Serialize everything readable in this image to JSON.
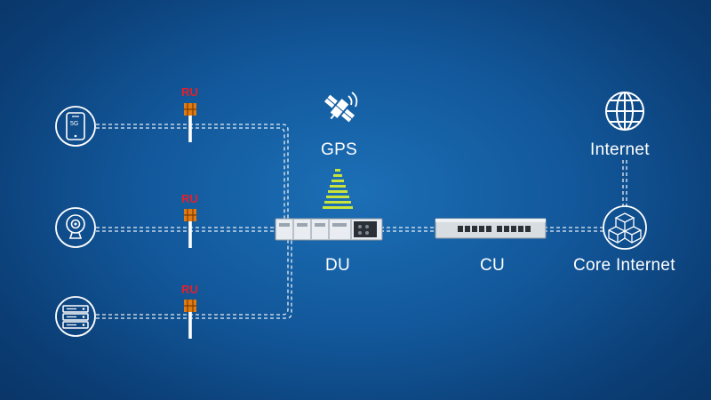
{
  "diagram": {
    "nodes": {
      "gps": "GPS",
      "du": "DU",
      "cu": "CU",
      "internet": "Internet",
      "core": "Core Internet",
      "ru": [
        "RU",
        "RU",
        "RU"
      ],
      "phone_badge": "5G"
    },
    "devices": [
      "phone-icon",
      "camera-icon",
      "server-icon"
    ],
    "links": [
      [
        "phone",
        "ru-1"
      ],
      [
        "ru-1",
        "du"
      ],
      [
        "camera",
        "ru-2"
      ],
      [
        "ru-2",
        "du"
      ],
      [
        "server",
        "ru-3"
      ],
      [
        "ru-3",
        "du"
      ],
      [
        "du",
        "cu"
      ],
      [
        "cu",
        "core-internet"
      ],
      [
        "core-internet",
        "internet"
      ]
    ],
    "colors": {
      "background": "#12579a",
      "ru_label": "#e3202a",
      "ru_antenna": "#e07a12",
      "gps_signal": "#c9e33a",
      "text": "#ffffff"
    }
  }
}
